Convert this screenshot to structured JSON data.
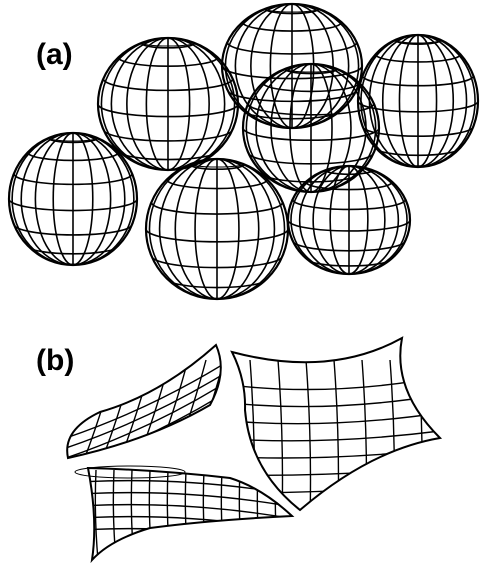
{
  "figure": {
    "panel_a_label": "(a)",
    "panel_b_label": "(b)",
    "panel_a_spheres": 7,
    "panel_b_caps": 3,
    "line_color": "#000000",
    "background_color": "#ffffff"
  }
}
